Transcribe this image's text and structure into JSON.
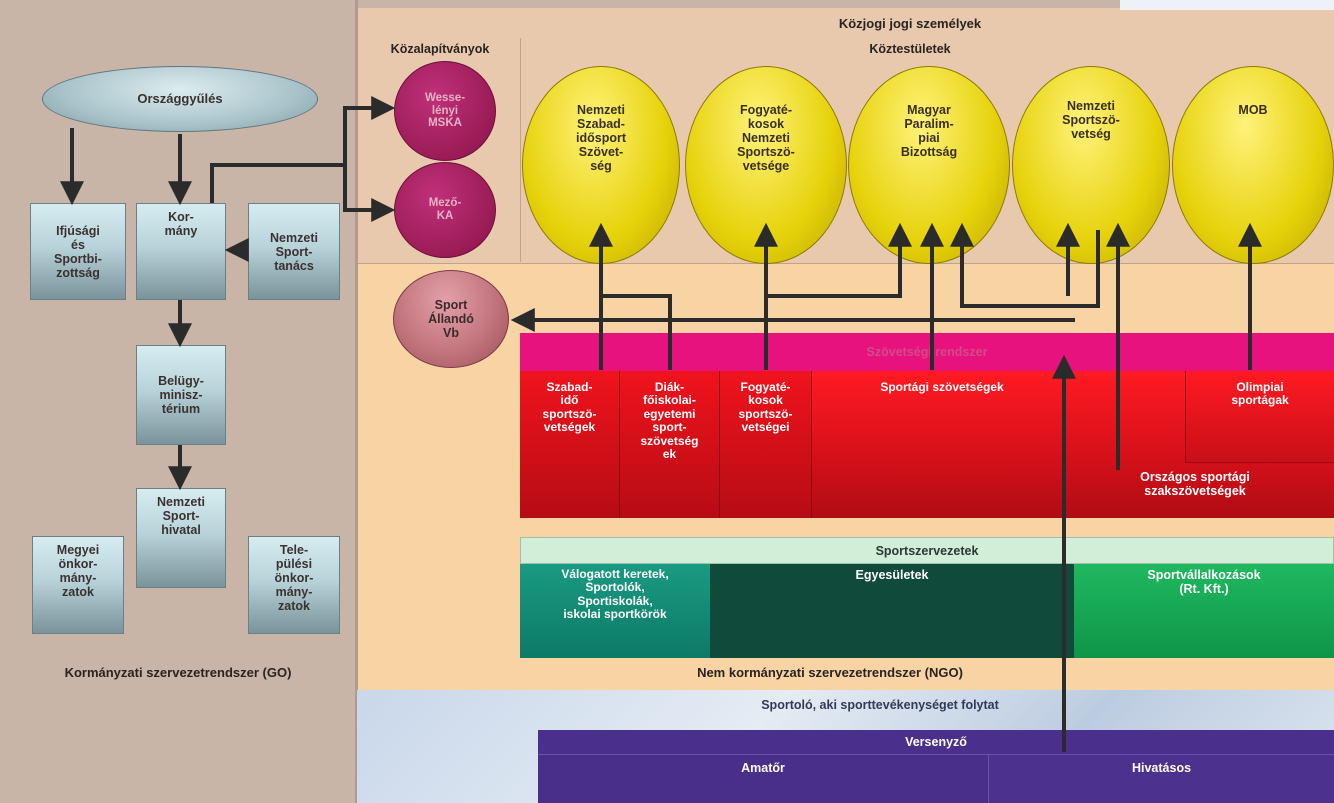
{
  "go": {
    "parliament": "Országgyűlés",
    "government": "Kor-\nmány",
    "youth_committee": "Ifjúsági\nés\nSportbi-\nzottság",
    "national_sport_council": "Nemzeti\nSport-\ntanács",
    "interior_ministry": "Belügy-\nminisz-\ntérium",
    "national_sport_office": "Nemzeti\nSport-\nhivatal",
    "county_governments": "Megyei\nönkor-\nmány-\nzatok",
    "local_governments": "Tele-\npülési\nönkor-\nmány-\nzatok",
    "caption": "Kormányzati szervezetrendszer (GO)"
  },
  "public_law": {
    "header": "Közjogi jogi személyek",
    "foundations_label": "Közalapítványok",
    "foundations": [
      "Wesse-\nlényi\nMSKA",
      "Mező-\nKA"
    ],
    "bodies_label": "Köztestületek",
    "bodies": [
      "Nemzeti\nSzabad-\nidősport\nSzövet-\nség",
      "Fogyaté-\nkosok\nNemzeti\nSportszö-\nvetsége",
      "Magyar\nParalim-\npiai\nBizottság",
      "Nemzeti\nSportszö-\nvetség",
      "MOB"
    ]
  },
  "standing_committee": "Sport\nÁllandó\nVb",
  "federations": {
    "header": "Szövetségi rendszer",
    "cells": [
      "Szabad-\nidő\nsportszö-\nvetségek",
      "Diák-\nfőiskolai-\negyetemi\nsport-\nszövetség\nek",
      "Fogyaté-\nkosok\nsportszö-\nvetségei",
      "Sportági szövetségek",
      "Olimpiai\nsportágak"
    ],
    "national_branch": "Országos sportági\nszakszövetségek"
  },
  "organizations": {
    "header": "Sportszervezetek",
    "teams": "Válogatott keretek,\nSportolók,\nSportiskolák,\niskolai sportkörök",
    "clubs": "Egyesületek",
    "companies": "Sportvállalkozások\n(Rt. Kft.)"
  },
  "ngo_caption": "Nem kormányzati szervezetrendszer (NGO)",
  "athlete": {
    "caption": "Sportoló, aki sporttevékenységet folytat",
    "competitor": "Versenyző",
    "amateur": "Amatőr",
    "professional": "Hivatásos"
  },
  "colors": {
    "go_background": "#c9b4a8",
    "ngo_background": "#f8d3a4",
    "public_law_background": "#e9c9ad",
    "bodies_yellow": "#e6d20a",
    "foundation_magenta": "#9a1c56",
    "federation_magenta": "#e8127e",
    "federation_red": "#e0121b",
    "org_green": "#0d6b58",
    "athlete_purple": "#4b2f8c"
  }
}
